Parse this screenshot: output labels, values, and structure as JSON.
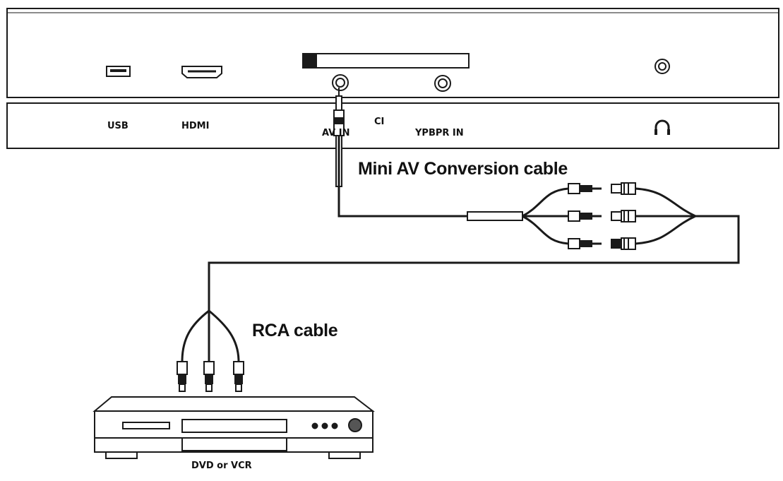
{
  "panel": {
    "ports": {
      "usb_label": "USB",
      "hdmi_label": "HDMI",
      "ci_label": "CI",
      "av_in_label": "AV IN",
      "ypbpr_label": "YPBPR IN"
    }
  },
  "cables": {
    "mini_av_label": "Mini AV Conversion cable",
    "rca_label": "RCA cable"
  },
  "device": {
    "label": "DVD or VCR"
  },
  "icons": [
    "usb-port-icon",
    "hdmi-port-icon",
    "headphone-icon",
    "rca-plug-icon",
    "dvd-player-icon"
  ]
}
